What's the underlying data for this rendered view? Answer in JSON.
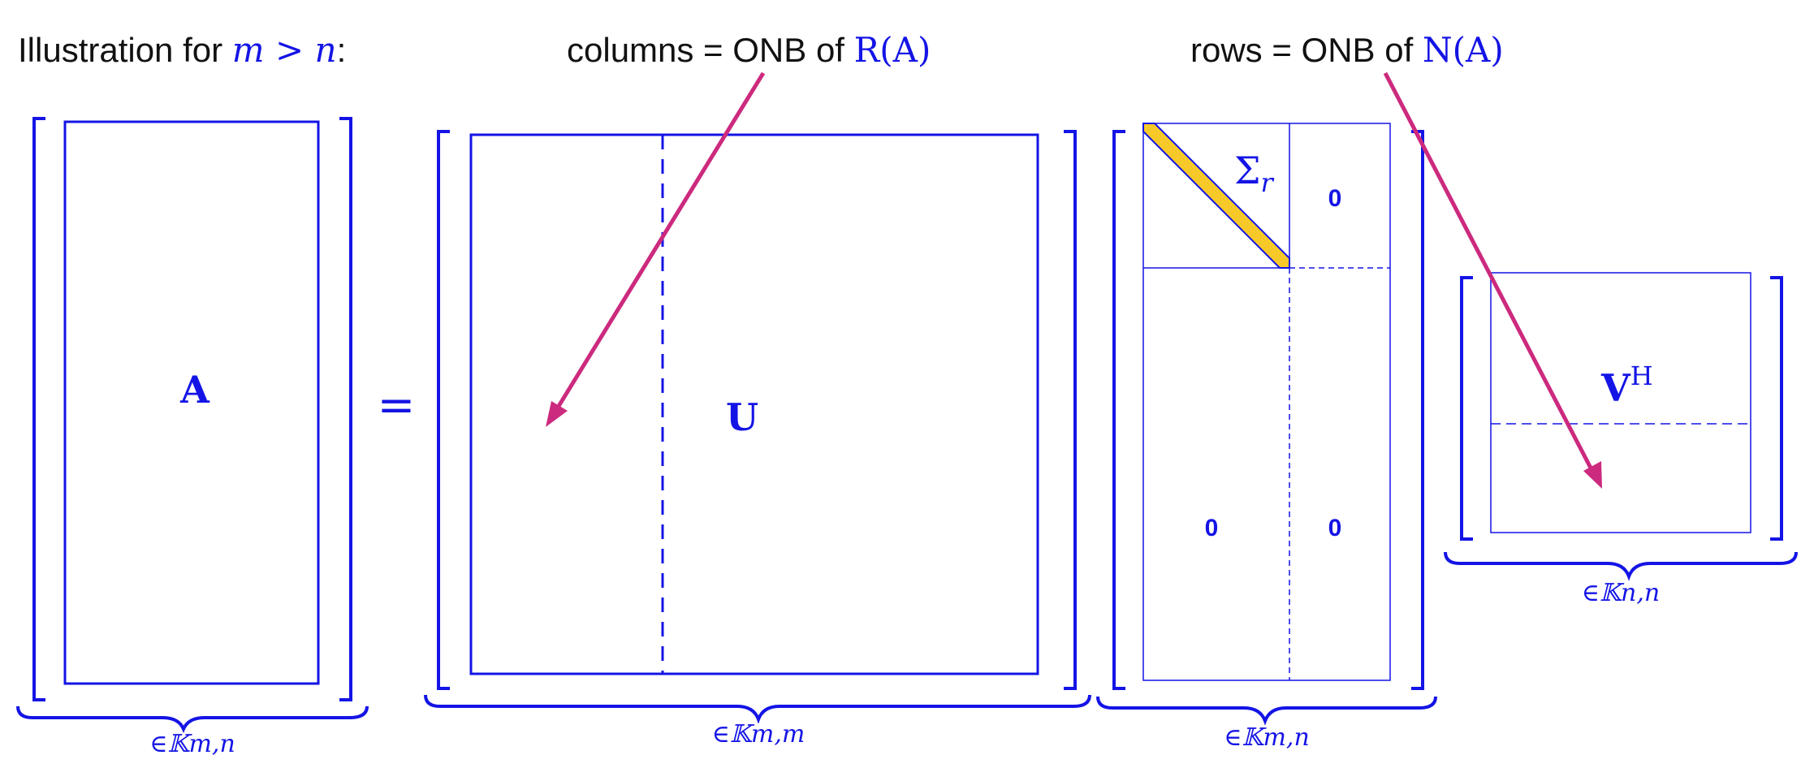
{
  "colors": {
    "blue": "#1414e6",
    "magenta": "#cc2a7e",
    "yellow": "#f6c928",
    "text": "#111111"
  },
  "header": {
    "intro_text": "Illustration for ",
    "intro_math": "m > n",
    "intro_colon": ":",
    "columns_prefix": "columns = ONB of ",
    "columns_math": "R(A)",
    "rows_prefix": "rows = ONB of ",
    "rows_math": "N(A)"
  },
  "matrices": {
    "a_label": "A",
    "equals": "=",
    "u_label": "U",
    "sigma_label": "Σ",
    "sigma_sub": "r",
    "zero": "0",
    "v_label": "V",
    "v_sup": "H"
  },
  "dims": {
    "a": "∈𝕂m,n",
    "u": "∈𝕂m,m",
    "sigma": "∈𝕂m,n",
    "v": "∈𝕂n,n"
  }
}
